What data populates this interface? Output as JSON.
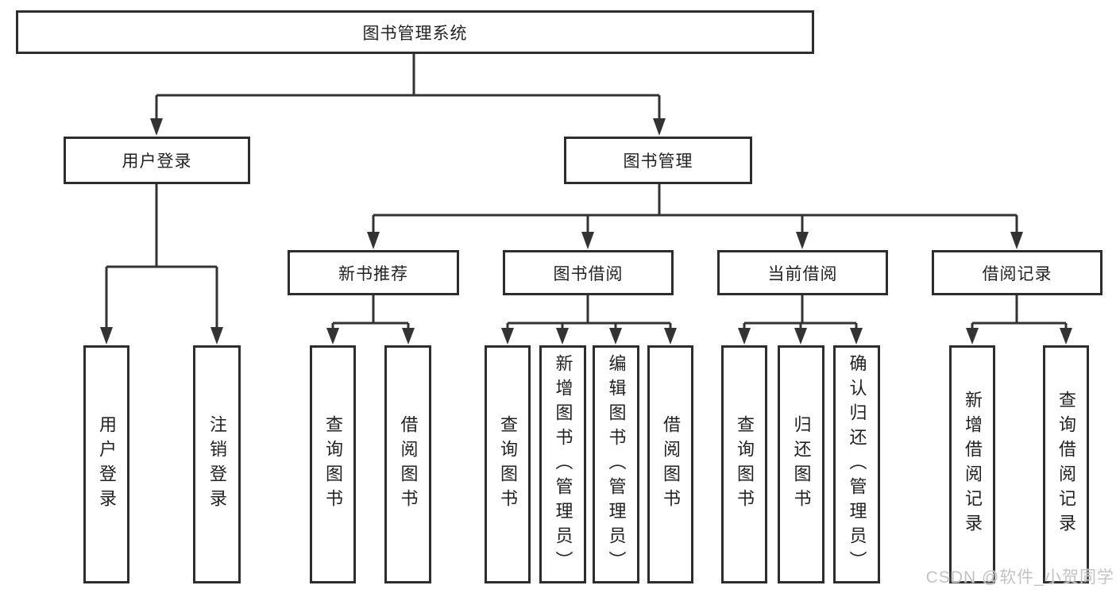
{
  "diagram": {
    "root": {
      "label": "图书管理系统"
    },
    "level2": [
      {
        "id": "user-login",
        "label": "用户登录"
      },
      {
        "id": "book-management",
        "label": "图书管理"
      }
    ],
    "level3": [
      {
        "id": "new-book-recommend",
        "label": "新书推荐"
      },
      {
        "id": "book-borrow",
        "label": "图书借阅"
      },
      {
        "id": "current-borrow",
        "label": "当前借阅"
      },
      {
        "id": "borrow-records",
        "label": "借阅记录"
      }
    ],
    "leaves": [
      {
        "parent": "user-login",
        "label": "用户登录"
      },
      {
        "parent": "user-login",
        "label": "注销登录"
      },
      {
        "parent": "new-book-recommend",
        "label": "查询图书"
      },
      {
        "parent": "new-book-recommend",
        "label": "借阅图书"
      },
      {
        "parent": "book-borrow",
        "label": "查询图书"
      },
      {
        "parent": "book-borrow",
        "label": "新增图书（管理员）"
      },
      {
        "parent": "book-borrow",
        "label": "编辑图书（管理员）"
      },
      {
        "parent": "book-borrow",
        "label": "借阅图书"
      },
      {
        "parent": "current-borrow",
        "label": "查询图书"
      },
      {
        "parent": "current-borrow",
        "label": "归还图书"
      },
      {
        "parent": "current-borrow",
        "label": "确认归还（管理员）"
      },
      {
        "parent": "borrow-records",
        "label": "新增借阅记录"
      },
      {
        "parent": "borrow-records",
        "label": "查询借阅记录"
      }
    ]
  },
  "watermark": "CSDN @软件_小贺同学",
  "colors": {
    "line": "#333333",
    "box_border": "#2d2d2d",
    "text": "#222222",
    "watermark": "#c3c3c3",
    "background": "#ffffff"
  }
}
